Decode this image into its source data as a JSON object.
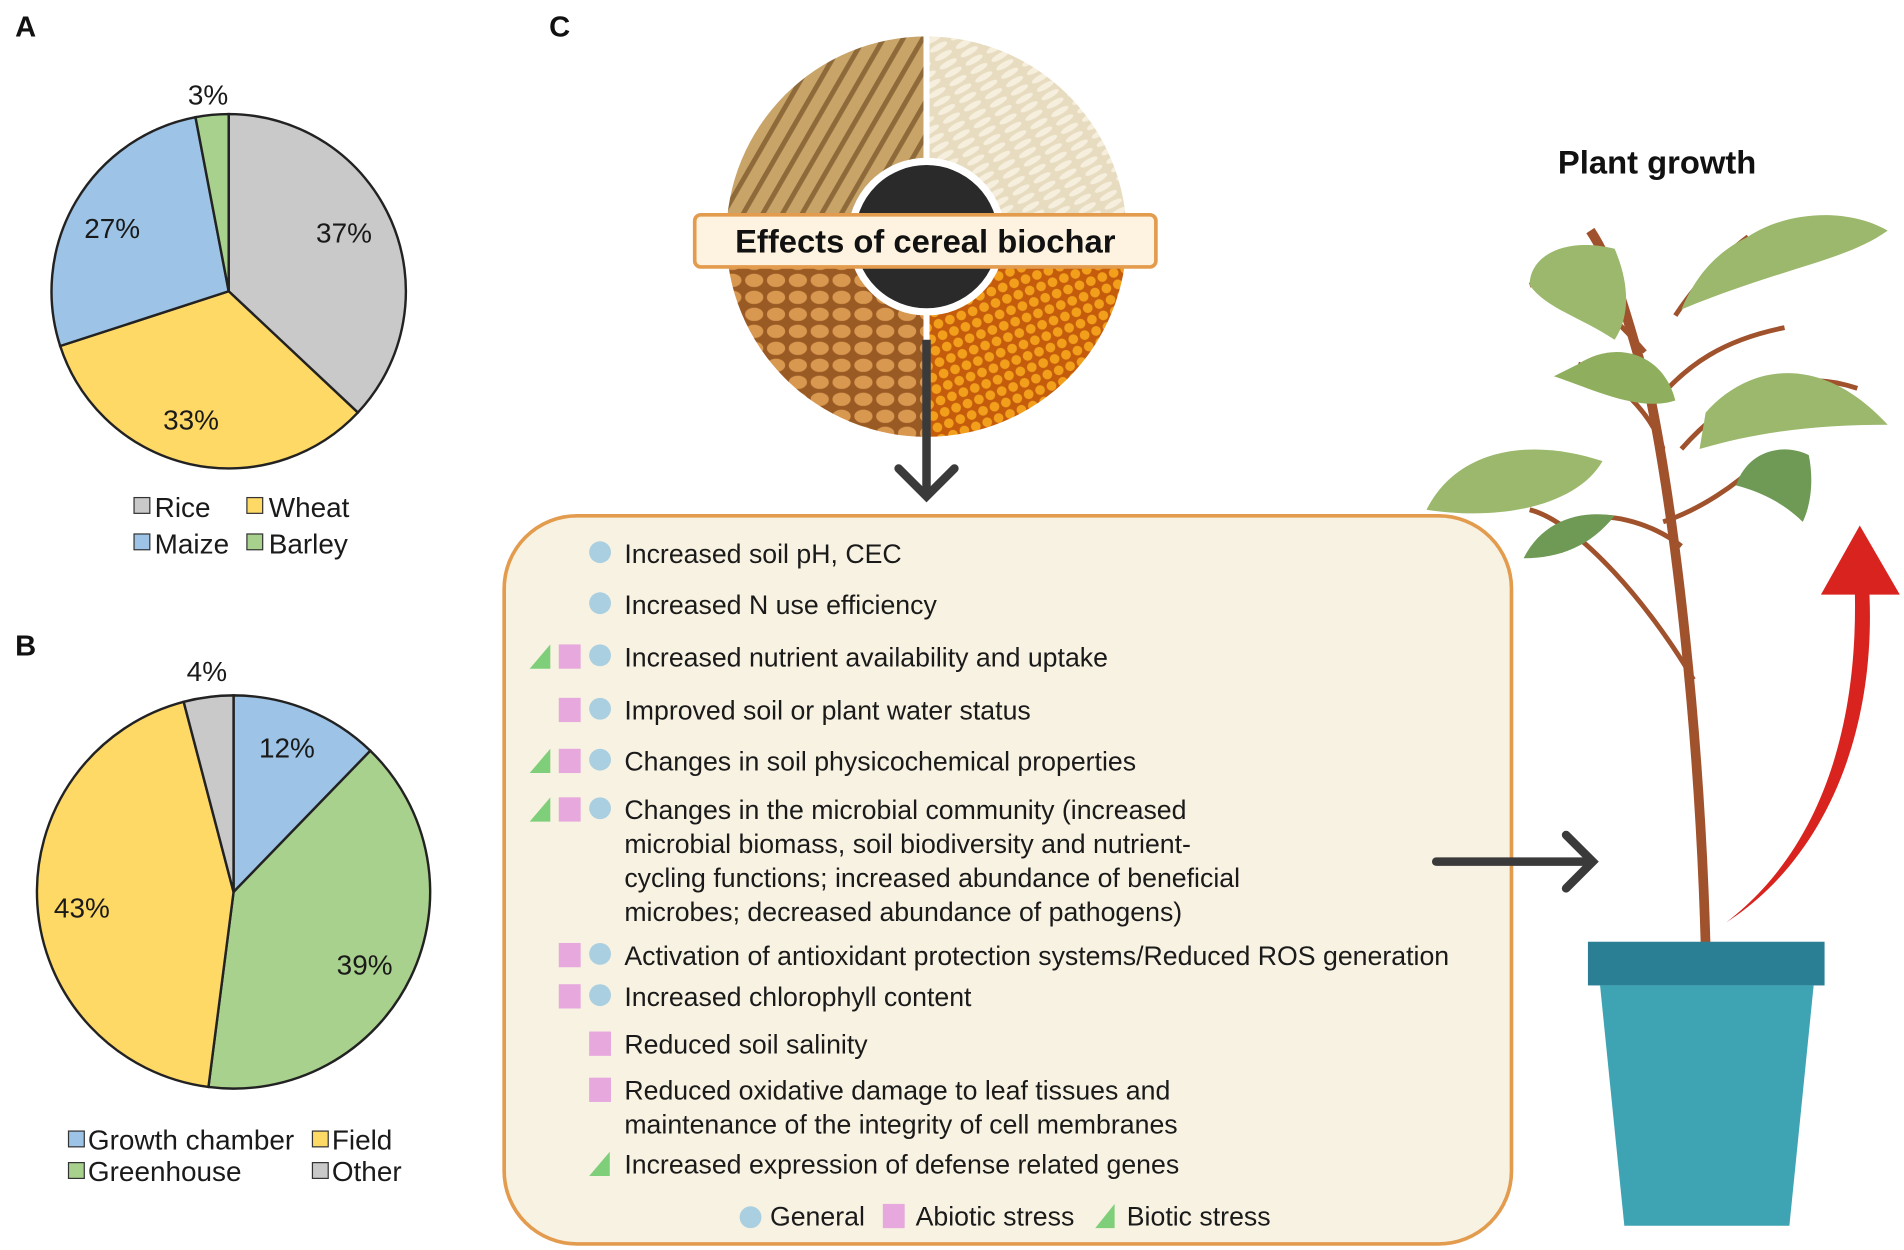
{
  "panels": {
    "a": "A",
    "b": "B",
    "c": "C"
  },
  "chart_data": [
    {
      "type": "pie",
      "title": "",
      "categories": [
        "Rice",
        "Wheat",
        "Maize",
        "Barley"
      ],
      "values": [
        37,
        33,
        27,
        3
      ],
      "labels": [
        "37%",
        "33%",
        "27%",
        "3%"
      ],
      "colors": [
        "#c9c9c9",
        "#ffd966",
        "#9dc3e6",
        "#a9d18e"
      ],
      "legend": "bottom"
    },
    {
      "type": "pie",
      "title": "",
      "categories": [
        "Growth chamber",
        "Greenhouse",
        "Field",
        "Other"
      ],
      "values": [
        12,
        39,
        43,
        4
      ],
      "labels": [
        "12%",
        "39%",
        "43%",
        "4%"
      ],
      "colors": [
        "#9dc3e6",
        "#a9d18e",
        "#ffd966",
        "#c9c9c9"
      ],
      "legend": "bottom"
    }
  ],
  "legend_a": [
    "Rice",
    "Wheat",
    "Maize",
    "Barley"
  ],
  "legend_b": [
    "Growth chamber",
    "Field",
    "Greenhouse",
    "Other"
  ],
  "diagram": {
    "title": "Effects of cereal biochar",
    "plant_label": "Plant growth",
    "items": [
      {
        "lines": [
          "Increased soil pH, CEC"
        ],
        "markers": [
          "general"
        ]
      },
      {
        "lines": [
          "Increased N use efficiency"
        ],
        "markers": [
          "general"
        ]
      },
      {
        "lines": [
          "Increased nutrient availability  and uptake"
        ],
        "markers": [
          "biotic",
          "abiotic",
          "general"
        ]
      },
      {
        "lines": [
          "Improved soil or plant water status"
        ],
        "markers": [
          "abiotic",
          "general"
        ]
      },
      {
        "lines": [
          "Changes in soil physicochemical properties"
        ],
        "markers": [
          "biotic",
          "abiotic",
          "general"
        ]
      },
      {
        "lines": [
          "Changes in the microbial community (increased",
          "microbial biomass, soil biodiversity and nutrient-",
          "cycling functions; increased abundance of beneficial",
          "microbes; decreased abundance of pathogens)"
        ],
        "markers": [
          "biotic",
          "abiotic",
          "general"
        ]
      },
      {
        "lines": [
          "Activation of antioxidant protection systems/Reduced ROS generation"
        ],
        "markers": [
          "abiotic",
          "general"
        ]
      },
      {
        "lines": [
          "Increased chlorophyll content"
        ],
        "markers": [
          "abiotic",
          "general"
        ]
      },
      {
        "lines": [
          "Reduced soil salinity"
        ],
        "markers": [
          "abiotic"
        ]
      },
      {
        "lines": [
          "Reduced oxidative damage to leaf tissues and",
          "maintenance of the integrity  of cell membranes"
        ],
        "markers": [
          "abiotic"
        ]
      },
      {
        "lines": [
          "Increased expression of defense related genes"
        ],
        "markers": [
          "biotic"
        ]
      }
    ],
    "legend": {
      "general": "General",
      "abiotic": "Abiotic stress",
      "biotic": "Biotic stress"
    },
    "colors": {
      "general": "#a9cfe0",
      "abiotic": "#e6a8dd",
      "biotic": "#7fcf7a",
      "box_fill": "#f8f2e2",
      "box_stroke": "#e39b4e",
      "arrow_red": "#d9231e",
      "pot": "#3ea3b3"
    }
  }
}
